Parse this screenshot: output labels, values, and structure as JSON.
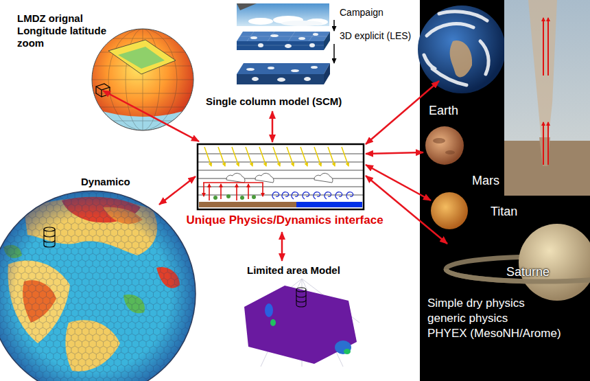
{
  "diagram": {
    "nodes": [
      {
        "text": [
          "LMDZ orignal Longitude latitude zoom"
        ]
      },
      {
        "text": [
          "Campaign"
        ]
      },
      {
        "text": [
          "3D explicit (LES)"
        ]
      },
      {
        "text": [
          "Single column model (SCM)"
        ]
      },
      {
        "text": [
          "Dynamico"
        ]
      },
      {
        "text": [
          "Unique Physics/Dynamics interface"
        ]
      },
      {
        "text": [
          "Limited area Model"
        ]
      },
      {
        "text": [
          "Earth"
        ]
      },
      {
        "text": [
          "Mars"
        ]
      },
      {
        "text": [
          "Titan"
        ]
      },
      {
        "text": [
          "Saturne"
        ]
      }
    ],
    "edges": [
      {
        "from": 0,
        "to": 5,
        "arrow": "both"
      },
      {
        "from": 1,
        "to": 2,
        "arrow": "to"
      },
      {
        "from": 2,
        "to": 3,
        "arrow": "to"
      },
      {
        "from": 3,
        "to": 5,
        "arrow": "both"
      },
      {
        "from": 4,
        "to": 5,
        "arrow": "both"
      },
      {
        "from": 6,
        "to": 5,
        "arrow": "both"
      },
      {
        "from": 7,
        "to": 5,
        "arrow": "both"
      },
      {
        "from": 8,
        "to": 5,
        "arrow": "both"
      },
      {
        "from": 9,
        "to": 5,
        "arrow": "both"
      },
      {
        "from": 10,
        "to": 5,
        "arrow": "both"
      }
    ],
    "labels": [
      "Simple dry physics",
      "generic physics",
      "PHYEX (MesoNH/Arome)"
    ]
  }
}
